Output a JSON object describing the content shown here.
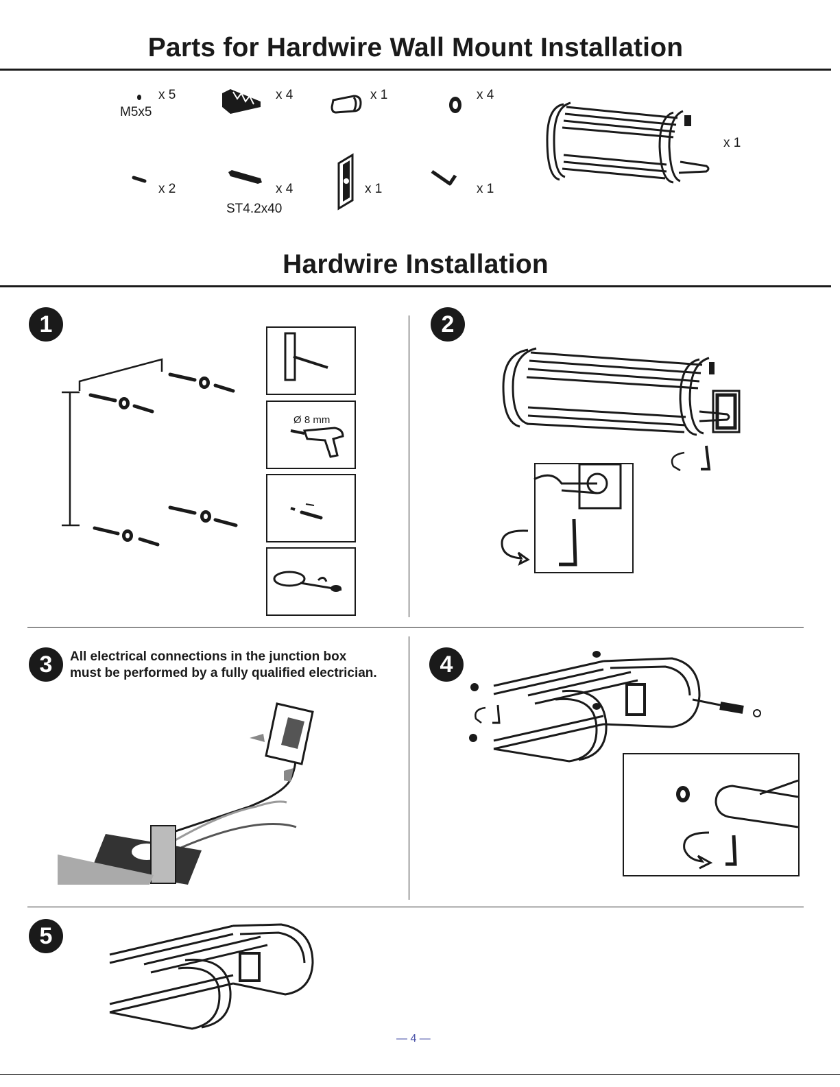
{
  "parts_section": {
    "title": "Parts for Hardwire Wall Mount Installation",
    "parts": [
      {
        "id": "set-screw",
        "qty": "x 5",
        "label": "M5x5"
      },
      {
        "id": "wall-anchor",
        "qty": "x 4",
        "label": ""
      },
      {
        "id": "mounting-bracket",
        "qty": "x 1",
        "label": ""
      },
      {
        "id": "nut",
        "qty": "x 4",
        "label": ""
      },
      {
        "id": "towel-rack",
        "qty": "x 1",
        "label": ""
      },
      {
        "id": "pin",
        "qty": "x 2",
        "label": ""
      },
      {
        "id": "wood-screw",
        "qty": "x 4",
        "label": "ST4.2x40"
      },
      {
        "id": "wall-plate",
        "qty": "x 1",
        "label": ""
      },
      {
        "id": "allen-key",
        "qty": "x 1",
        "label": ""
      }
    ]
  },
  "install_section": {
    "title": "Hardwire Installation",
    "steps": [
      {
        "num": "1",
        "drill_label": "Ø 8 mm"
      },
      {
        "num": "2"
      },
      {
        "num": "3",
        "warning_line1": "All electrical connections in the junction box",
        "warning_line2": "must be performed by a fully qualified electrician."
      },
      {
        "num": "4"
      },
      {
        "num": "5"
      }
    ]
  },
  "footer": {
    "page_number": "— 4 —"
  }
}
